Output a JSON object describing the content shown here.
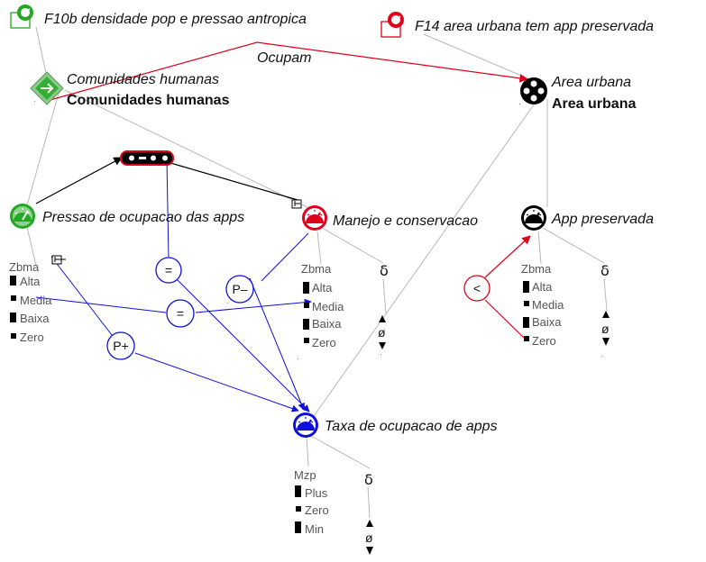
{
  "scenarios": {
    "f10b": "F10b densidade pop e pressao antropica",
    "f14": "F14 area urbana tem app preservada"
  },
  "entities": {
    "comunidades": {
      "label_italic": "Comunidades humanas",
      "label_bold": "Comunidades humanas"
    },
    "area_urbana": {
      "label_italic": "Area urbana",
      "label_bold": "Area urbana"
    }
  },
  "relation_label": "Ocupam",
  "quantities": {
    "pressao": {
      "label": "Pressao de ocupacao das apps",
      "space_name": "Zbma",
      "values": [
        "Alta",
        "Media",
        "Baixa",
        "Zero"
      ]
    },
    "manejo": {
      "label": "Manejo e conservacao",
      "space_name": "Zbma",
      "values": [
        "Alta",
        "Media",
        "Baixa",
        "Zero"
      ],
      "derivative": "δ",
      "derivative_value": "ø"
    },
    "app": {
      "label": "App preservada",
      "space_name": "Zbma",
      "values": [
        "Alta",
        "Media",
        "Baixa",
        "Zero"
      ],
      "derivative": "δ",
      "derivative_value": "ø"
    },
    "taxa": {
      "label": "Taxa de ocupacao de apps",
      "space_name": "Mzp",
      "values": [
        "Plus",
        "Zero",
        "Min"
      ],
      "derivative": "δ",
      "derivative_value": "ø"
    }
  },
  "operators": {
    "eq_top": "=",
    "eq_mid": "=",
    "p_minus": "P–",
    "p_plus": "P+",
    "less_than": "<"
  },
  "colors": {
    "red": "#e0001b",
    "blue": "#1010d8",
    "green": "#22a822",
    "gray": "#b8b8b8",
    "black": "#000000"
  }
}
